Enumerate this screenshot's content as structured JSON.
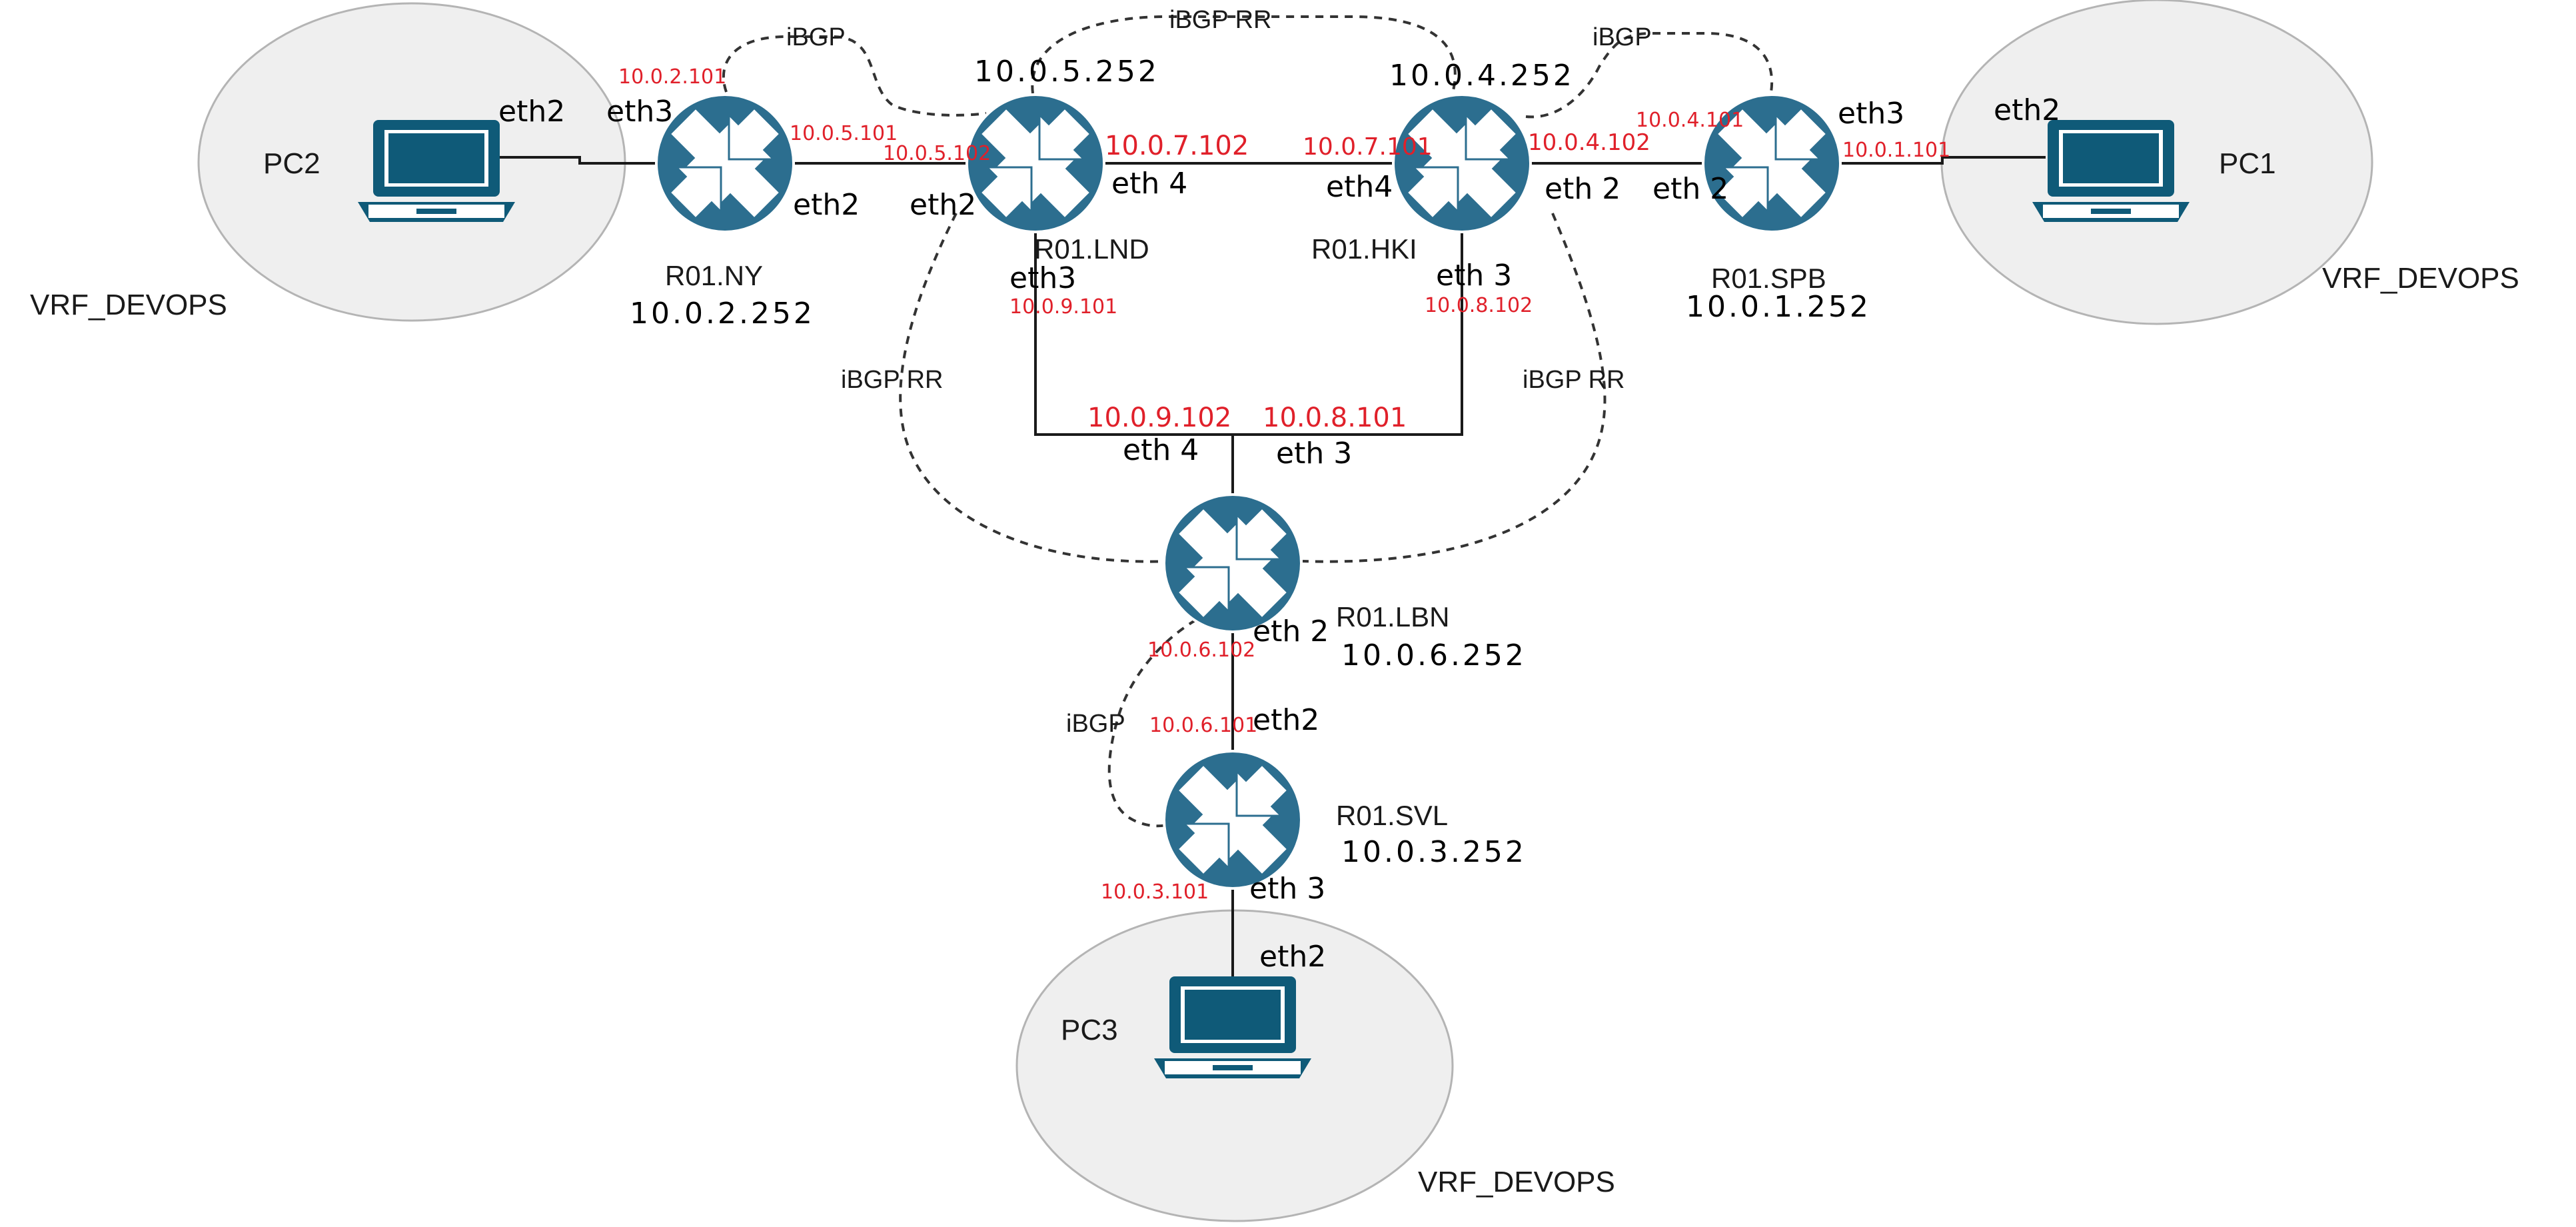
{
  "colors": {
    "router_fill": "#2c6e8f",
    "router_stroke": "#ffffff",
    "pc_fill": "#0f5a78",
    "zone_fill": "#efefef",
    "zone_stroke": "#b4b4b4",
    "link": "#1a1a1a",
    "ip_text": "#e0202a",
    "hand_text": "#000000"
  },
  "icons": {
    "router": "router-icon",
    "pc": "laptop-icon"
  },
  "zones": {
    "left": {
      "pc": "PC2",
      "vrf": "VRF_DEVOPS"
    },
    "right": {
      "pc": "PC1",
      "vrf": "VRF_DEVOPS"
    },
    "bottom": {
      "pc": "PC3",
      "vrf": "VRF_DEVOPS"
    }
  },
  "routers": {
    "ny": {
      "name": "R01.NY",
      "loopback": "10.0.2.252"
    },
    "lnd": {
      "name": "R01.LND",
      "loopback": "10.0.5.252"
    },
    "hki": {
      "name": "R01.HKI",
      "loopback": "10.0.4.252"
    },
    "spb": {
      "name": "R01.SPB",
      "loopback": "10.0.1.252"
    },
    "lbn": {
      "name": "R01.LBN",
      "loopback": "10.0.6.252"
    },
    "svl": {
      "name": "R01.SVL",
      "loopback": "10.0.3.252"
    }
  },
  "sessions": {
    "ny_lnd": "iBGP",
    "lnd_hki": "iBGP RR",
    "hki_spb": "iBGP",
    "lnd_lbn": "iBGP RR",
    "hki_lbn": "iBGP RR",
    "lbn_svl": "iBGP"
  },
  "interfaces": {
    "pc2_eth": "eth2",
    "ny_eth3": "eth3",
    "ny_eth2": "eth2",
    "lnd_eth2": "eth2",
    "lnd_eth4": "eth 4",
    "lnd_eth3": "eth3",
    "hki_eth4": "eth4",
    "hki_eth2": "eth 2",
    "hki_eth3": "eth 3",
    "spb_eth2": "eth 2",
    "spb_eth3": "eth3",
    "pc1_eth": "eth2",
    "lbn_eth4": "eth 4",
    "lbn_eth3": "eth 3",
    "lbn_eth2": "eth 2",
    "svl_eth2": "eth2",
    "svl_eth3": "eth 3",
    "pc3_eth": "eth2"
  },
  "ips": {
    "ny_eth3": "10.0.2.101",
    "ny_eth2": "10.0.5.101",
    "lnd_eth2": "10.0.5.102",
    "lnd_eth4": "10.0.7.102",
    "hki_eth4": "10.0.7.101",
    "hki_eth2": "10.0.4.102",
    "spb_eth2": "10.0.4.101",
    "spb_eth3": "10.0.1.101",
    "lnd_eth3": "10.0.9.101",
    "hki_eth3": "10.0.8.102",
    "lbn_eth4": "10.0.9.102",
    "lbn_eth3": "10.0.8.101",
    "lbn_eth2": "10.0.6.102",
    "svl_eth2": "10.0.6.101",
    "svl_eth3": "10.0.3.101"
  }
}
